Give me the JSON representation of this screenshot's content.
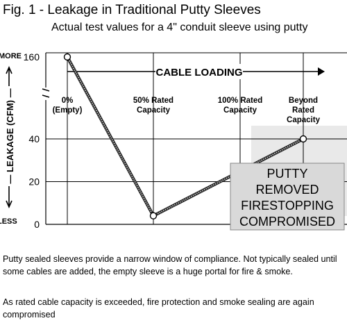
{
  "title": "Fig. 1 - Leakage in Traditional Putty Sleeves",
  "subtitle": "Actual test values for a 4\" conduit sleeve using putty",
  "chart_data": {
    "type": "line",
    "title": "Fig. 1 - Leakage in Traditional Putty Sleeves",
    "subtitle": "Actual test values for a 4\" conduit sleeve using putty",
    "ylabel": "LEAKAGE (CFM)",
    "ylabel_more": "MORE",
    "ylabel_less": "LESS",
    "xlabel": "CABLE LOADING",
    "axis_break": true,
    "y_ticks": [
      {
        "value": 0,
        "label": "0"
      },
      {
        "value": 20,
        "label": "20"
      },
      {
        "value": 40,
        "label": "40"
      },
      {
        "value": 160,
        "label": "160"
      }
    ],
    "categories": [
      [
        "0%",
        "(Empty)"
      ],
      [
        "50% Rated",
        "Capacity"
      ],
      [
        "100% Rated",
        "Capacity"
      ],
      [
        "Beyond",
        "Rated",
        "Capacity"
      ]
    ],
    "series": [
      {
        "points": [
          {
            "x": 0,
            "y": 160
          },
          {
            "x": 1,
            "y": 4
          },
          {
            "x": 3,
            "y": 40
          }
        ]
      }
    ],
    "grid": true,
    "annotation": [
      "PUTTY",
      "REMOVED",
      "FIRESTOPPING",
      "COMPROMISED"
    ],
    "colors": {
      "line": "#555555",
      "annotation_bg": "#d9d9d9",
      "annotation_region": "#e9e9e9",
      "grid": "#000000"
    }
  },
  "notes": [
    "Putty sealed sleeves provide a narrow window of compliance. Not typically sealed until some cables are added, the empty sleeve is a huge portal for fire & smoke.",
    "As rated cable capacity is exceeded, fire protection and smoke sealing are again compromised"
  ]
}
